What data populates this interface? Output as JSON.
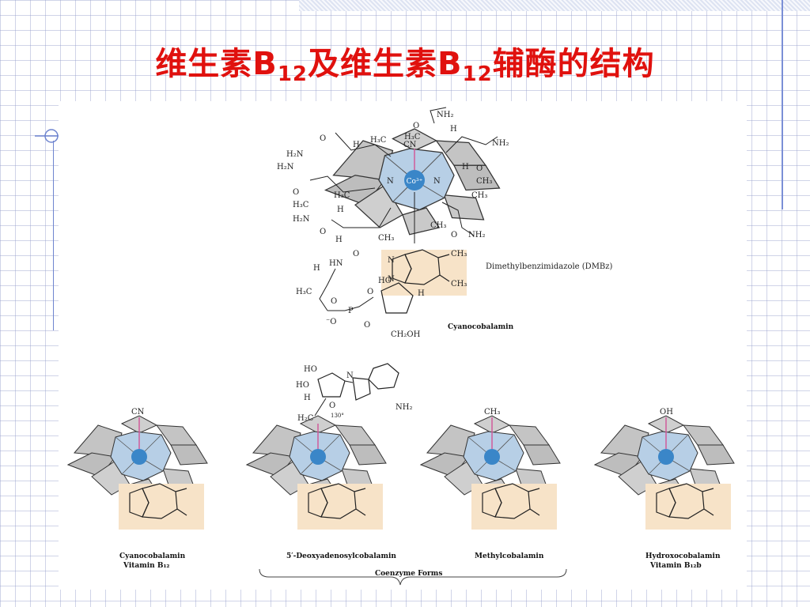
{
  "slide": {
    "title_part1": "维生素B",
    "title_sub1": "12",
    "title_part2": "及维生素B",
    "title_sub2": "12",
    "title_part3": "辅酶的结构",
    "title_color": "#e0110e"
  },
  "figure": {
    "main_structure": {
      "caption": "Cyanocobalamin",
      "dmbz_label": "Dimethylbenzimidazole (DMBz)",
      "labels": {
        "nh2": "NH₂",
        "o": "O",
        "h": "H",
        "h3c": "H₃C",
        "ch3": "CH₃",
        "cn": "CN",
        "h2n": "H₂N",
        "n": "N",
        "co": "Co³⁺",
        "hn": "HN",
        "ho": "HO",
        "p": "P",
        "o_minus": "⁻O",
        "ch2oh": "CH₂OH"
      }
    },
    "variants": [
      {
        "ligand": "CN",
        "caption_line1": "Cyanocobalamin",
        "caption_line2": "Vitamin B₁₂"
      },
      {
        "ligand": "H₂C",
        "caption_line1": "5′-Deoxyadenosylcobalamin",
        "caption_line2": ""
      },
      {
        "ligand": "CH₃",
        "caption_line1": "Methylcobalamin",
        "caption_line2": ""
      },
      {
        "ligand": "OH",
        "caption_line1": "Hydroxocobalamin",
        "caption_line2": "Vitamin B₁₂b"
      }
    ],
    "adenosyl_labels": {
      "ho1": "HO",
      "ho2": "HO",
      "h": "H",
      "o": "O",
      "n": "N",
      "nh2": "NH₂",
      "angle": "130°"
    },
    "ring_labels": {
      "n": "N",
      "co": "Co³⁺",
      "ch3": "CH₃"
    },
    "bracket_label": "Coenzyme Forms",
    "colors": {
      "corrin_light": "#b7cfe6",
      "corrin_gray": "#bdbdbd",
      "cobalt": "#3a86c8",
      "dmbz_bg": "#f7e3c8",
      "bond_pink": "#d05a9a"
    }
  }
}
